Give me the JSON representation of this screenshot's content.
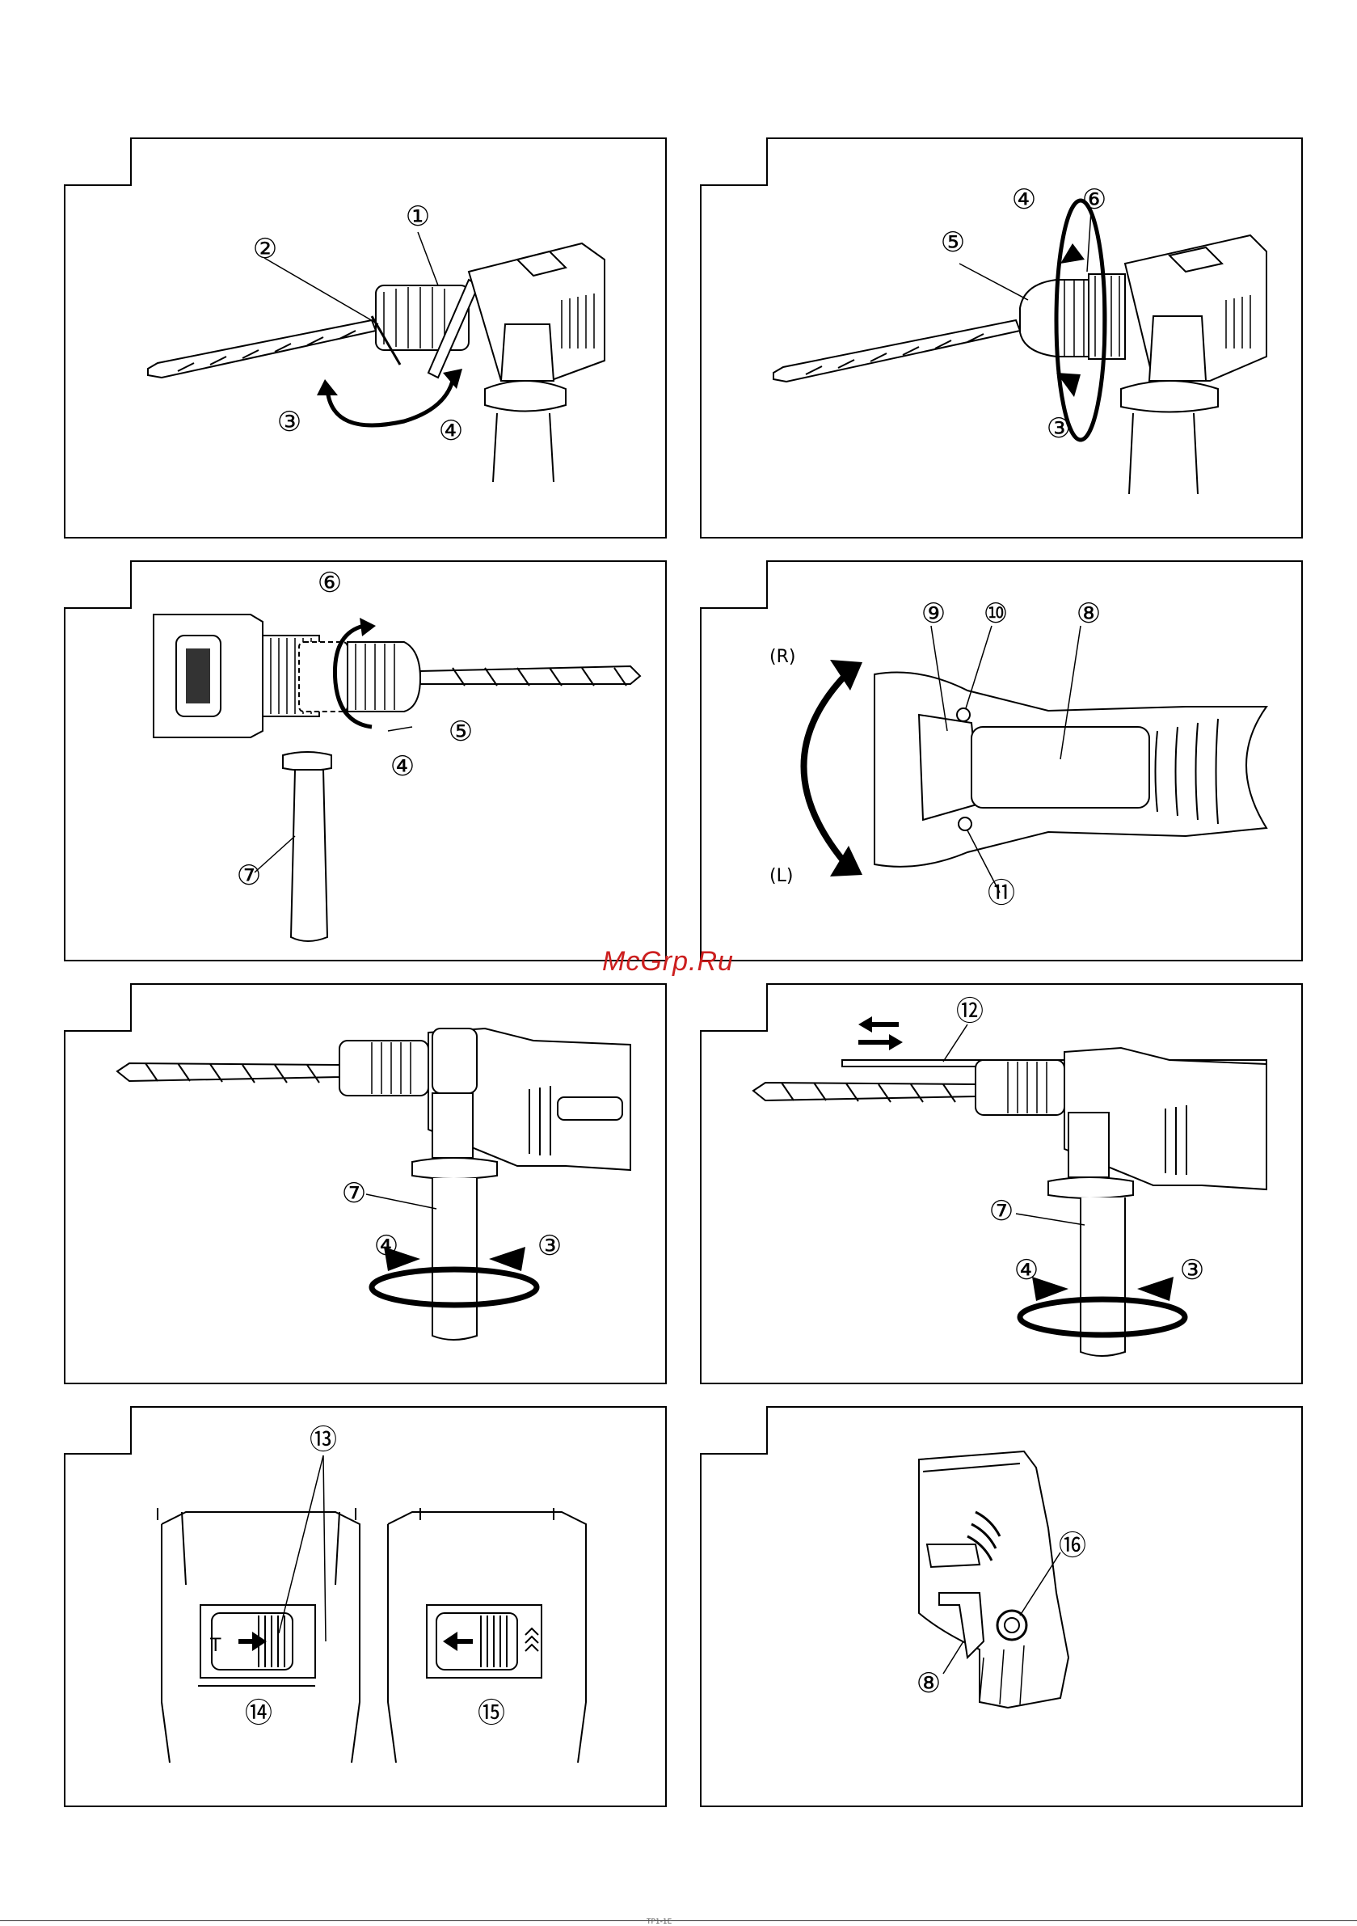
{
  "watermark": "McGrp.Ru",
  "footer_code": "TP1-1E",
  "panels": [
    {
      "id": "fig1",
      "callouts": [
        "①",
        "②",
        "③",
        "④"
      ]
    },
    {
      "id": "fig2",
      "callouts": [
        "④",
        "⑥",
        "⑤",
        "③"
      ]
    },
    {
      "id": "fig3",
      "callouts": [
        "⑥",
        "⑤",
        "④",
        "⑦"
      ]
    },
    {
      "id": "fig4",
      "callouts": [
        "⑨",
        "⑩",
        "⑧",
        "⑪"
      ],
      "labels": {
        "right": "(R)",
        "left": "(L)"
      }
    },
    {
      "id": "fig5",
      "callouts": [
        "⑦",
        "④",
        "③"
      ]
    },
    {
      "id": "fig6",
      "callouts": [
        "⑫",
        "⑦",
        "④",
        "③"
      ]
    },
    {
      "id": "fig7",
      "callouts": [
        "⑬",
        "⑭",
        "⑮"
      ],
      "symbols": {
        "drill_mode": "T"
      }
    },
    {
      "id": "fig8",
      "callouts": [
        "⑯",
        "⑧"
      ]
    }
  ]
}
